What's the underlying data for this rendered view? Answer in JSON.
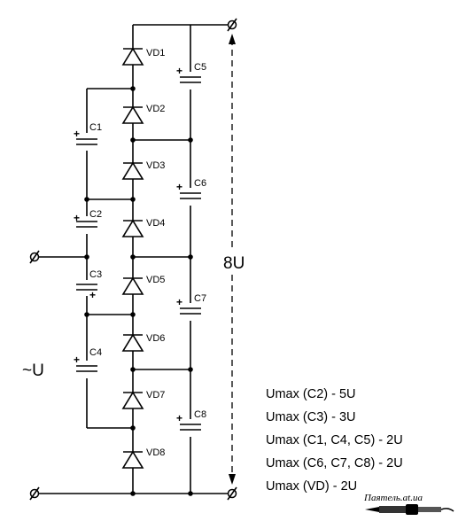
{
  "diagram": {
    "output_voltage_label": "8U",
    "input_voltage_label": "~U",
    "diodes": [
      "VD1",
      "VD2",
      "VD3",
      "VD4",
      "VD5",
      "VD6",
      "VD7",
      "VD8"
    ],
    "capacitors": [
      "C1",
      "C2",
      "C3",
      "C4",
      "C5",
      "C6",
      "C7",
      "C8"
    ],
    "polarity_mark": "+",
    "voltage_ratings": [
      "Umax (C2)  - 5U",
      "Umax (C3)  - 3U",
      "Umax (C1, C4, C5)  - 2U",
      "Umax (C6, C7, C8)  - 2U",
      "Umax (VD)  - 2U"
    ]
  },
  "watermark": {
    "text": "Паятель.at.ua"
  }
}
